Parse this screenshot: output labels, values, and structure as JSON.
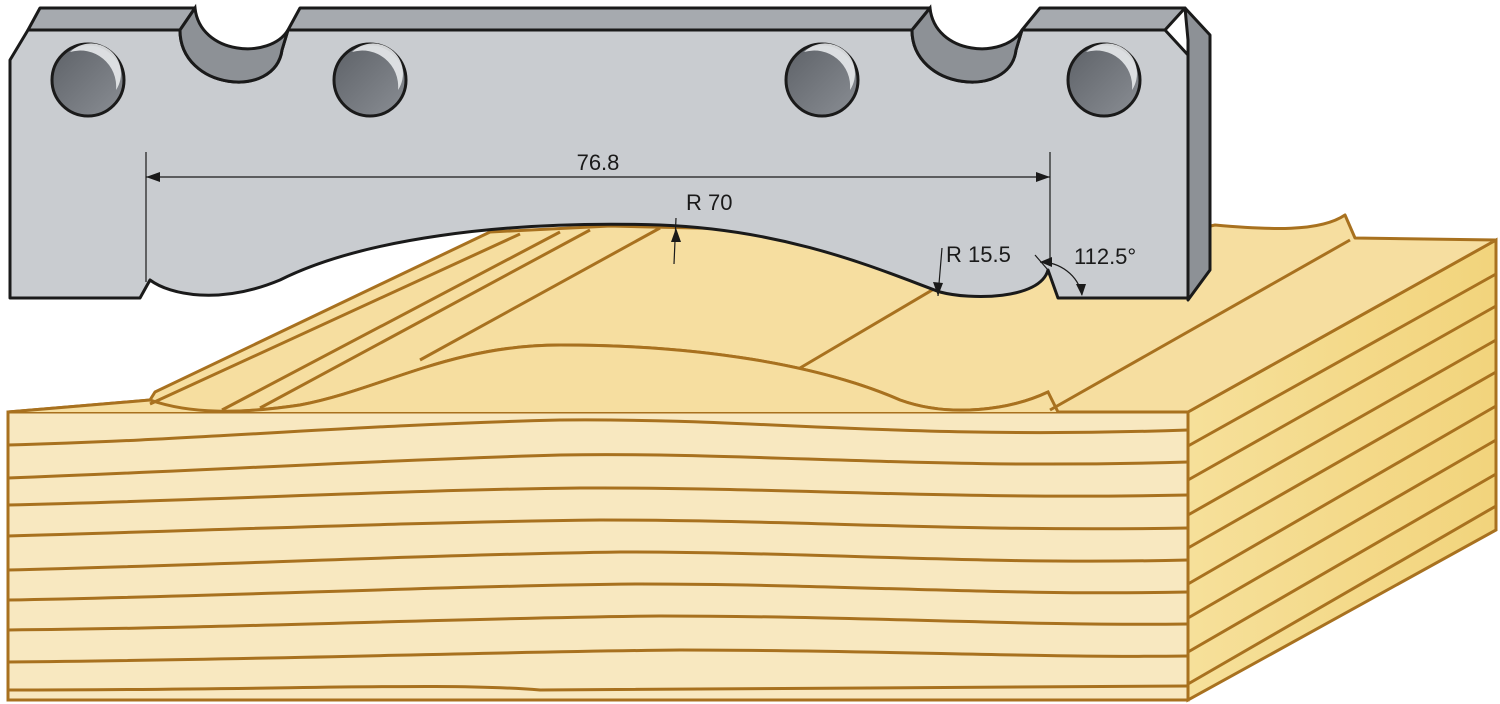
{
  "dimensions": {
    "width_label": "76.8",
    "radius_large_label": "R 70",
    "radius_small_label": "R 15.5",
    "angle_label": "112.5°"
  },
  "colors": {
    "knife_face": "#c9ccd0",
    "knife_edge": "#8d9196",
    "knife_hole": "#6f7379",
    "wood_face": "#f8e8c0",
    "wood_top": "#f6dea0",
    "wood_side": "#f4d98a",
    "wood_line": "#a8711f",
    "outline": "#1a1a1a"
  },
  "objects": [
    {
      "name": "profile-knife",
      "description_icon": "cutter-knife-icon"
    },
    {
      "name": "wood-workpiece",
      "description_icon": "wood-block-icon"
    }
  ]
}
